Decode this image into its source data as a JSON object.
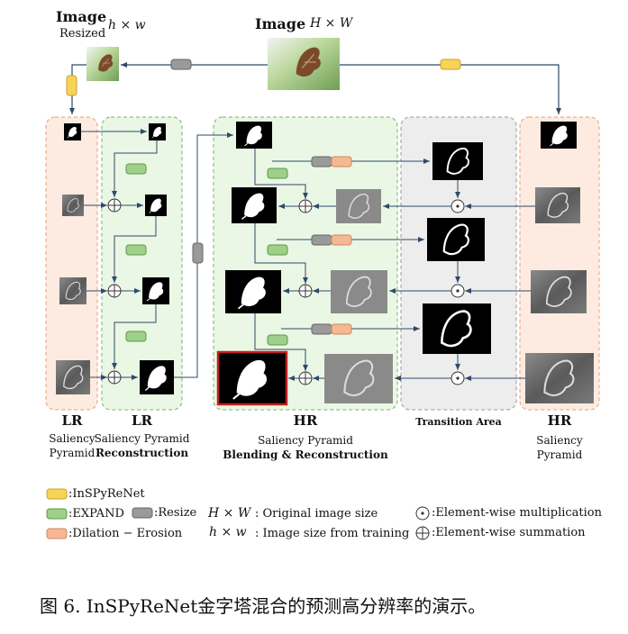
{
  "top": {
    "image_resized_label": "Image",
    "image_resized_sub": "Resized",
    "small_size": "h × w",
    "image_label": "Image",
    "big_size": "H × W"
  },
  "columns": {
    "lr_pyramid": {
      "title": "LR",
      "sub1": "Saliency",
      "sub2": "Pyramid"
    },
    "lr_recon": {
      "title": "LR",
      "sub1": "Saliency Pyramid",
      "sub2": "Reconstruction"
    },
    "hr_blend": {
      "title": "HR",
      "sub1": "Saliency Pyramid",
      "sub2": "Blending & Reconstruction"
    },
    "transition": {
      "title": "Transition Area"
    },
    "hr_pyramid": {
      "title": "HR",
      "sub1": "Saliency",
      "sub2": "Pyramid"
    }
  },
  "legend": {
    "inspyrenet": ":InSPyReNet",
    "expand": ":EXPAND",
    "resize": ":Resize",
    "dilation": ":Dilation − Erosion",
    "orig_sym": "H × W",
    "orig_text": ": Original image size",
    "train_sym": "h × w",
    "train_text": ": Image size from training",
    "mult": ":Element-wise multiplication",
    "sum": ":Element-wise summation"
  },
  "caption": "图 6. InSPyReNet金字塔混合的预测高分辨率的演示。",
  "colors": {
    "yellow": "#f7d358",
    "green": "#9ed08a",
    "gray": "#9a9a9a",
    "salmon": "#f5b894",
    "lr_bg": "#fdebe1",
    "green_bg": "#eaf7e4",
    "gray_bg": "#ededed",
    "arrow": "#2e4a6b"
  }
}
